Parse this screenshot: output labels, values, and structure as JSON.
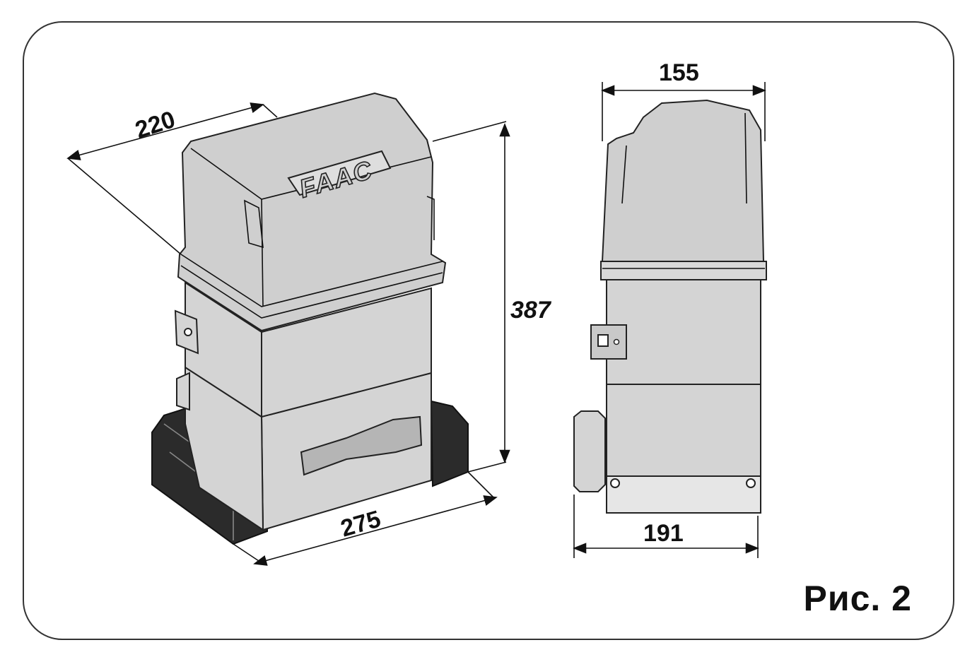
{
  "figure": {
    "caption": "Рис. 2",
    "brand_logo_text": "FAAC"
  },
  "dimensions": {
    "depth": "220",
    "height": "387",
    "length": "275",
    "top_width": "155",
    "base_width": "191"
  }
}
